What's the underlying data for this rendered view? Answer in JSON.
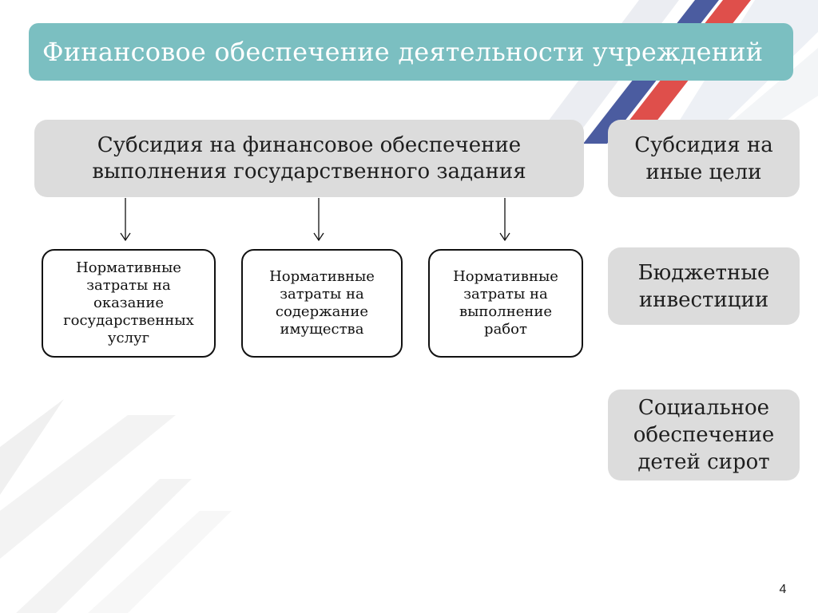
{
  "slide": {
    "title": "Финансовое обеспечение деятельности учреждений",
    "page_number": "4"
  },
  "diagram": {
    "main_node": "Субсидия на финансовое обеспечение\nвыполнения государственного задания",
    "children": [
      "Нормативные\nзатраты на\nоказание\nгосударственных\nуслуг",
      "Нормативные\nзатраты на\nсодержание\nимущества",
      "Нормативные\nзатраты на\nвыполнение\nработ"
    ],
    "side_nodes": [
      "Субсидия на\nиные цели",
      "Бюджетные\nинвестиции",
      "Социальное\nобеспечение\nдетей сирот"
    ]
  },
  "colors": {
    "title_bar": "#7bbfc1",
    "node_fill_gray": "#dcdcdc",
    "node_border": "#111111"
  }
}
